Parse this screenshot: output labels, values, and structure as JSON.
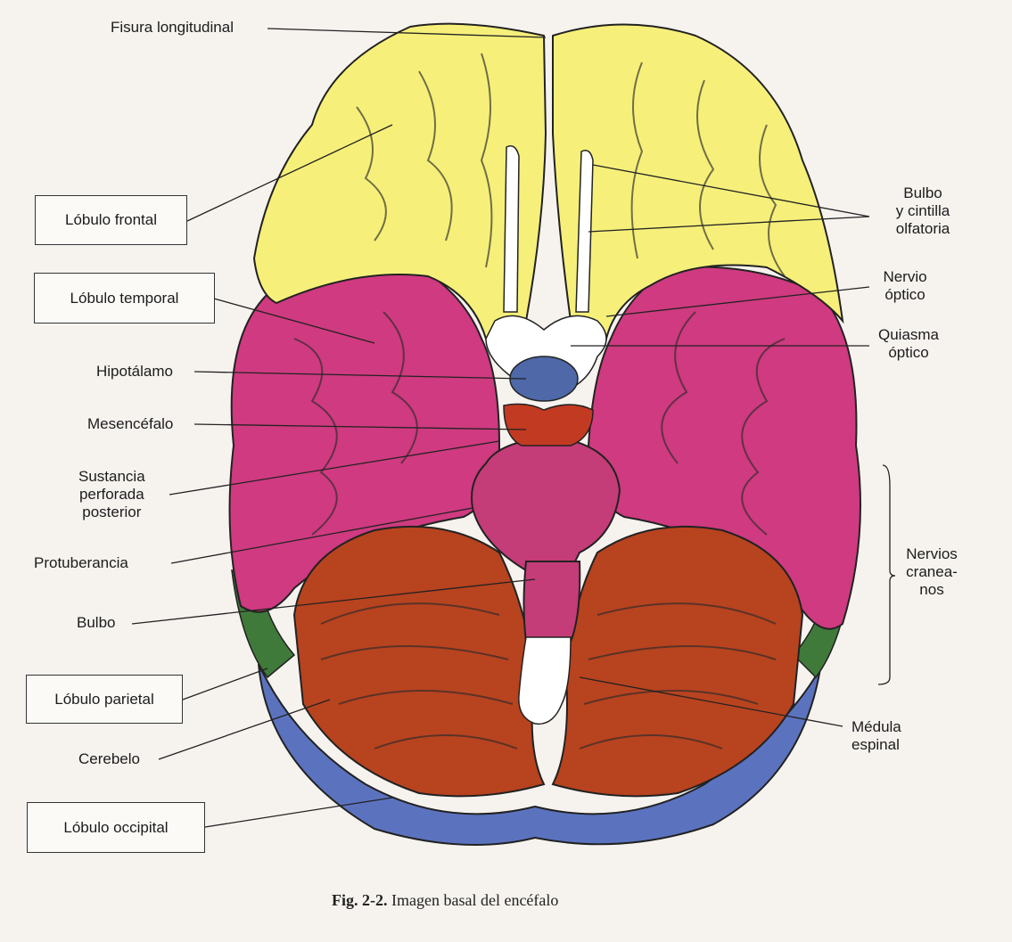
{
  "colors": {
    "frontal": "#f6f07a",
    "temporal": "#cf3a80",
    "parietal_strip": "#3f7a3a",
    "occipital": "#5b73bf",
    "cerebellum": "#b8431f",
    "brainstem": "#c43c78",
    "hypothalamus": "#4e68a8",
    "mesencephalon": "#c23a22",
    "white_matter": "#ffffff",
    "outline": "#222222"
  },
  "labels": {
    "fisura": "Fisura longitudinal",
    "lobulo_frontal": "Lóbulo frontal",
    "lobulo_temporal": "Lóbulo temporal",
    "hipotalamo": "Hipotálamo",
    "mesencefalo": "Mesencéfalo",
    "sustancia_1": "Sustancia",
    "sustancia_2": "perforada",
    "sustancia_3": "posterior",
    "protuberancia": "Protuberancia",
    "bulbo": "Bulbo",
    "lobulo_parietal": "Lóbulo parietal",
    "cerebelo": "Cerebelo",
    "lobulo_occipital": "Lóbulo occipital",
    "bulbo_olf_1": "Bulbo",
    "bulbo_olf_2": "y cintilla",
    "bulbo_olf_3": "olfatoria",
    "nervio_1": "Nervio",
    "nervio_2": "óptico",
    "quiasma_1": "Quiasma",
    "quiasma_2": "óptico",
    "nervios_1": "Nervios",
    "nervios_2": "cranea-",
    "nervios_3": "nos",
    "medula_1": "Médula",
    "medula_2": "espinal"
  },
  "caption": {
    "number": "Fig. 2-2.",
    "text": "Imagen basal del encéfalo"
  }
}
